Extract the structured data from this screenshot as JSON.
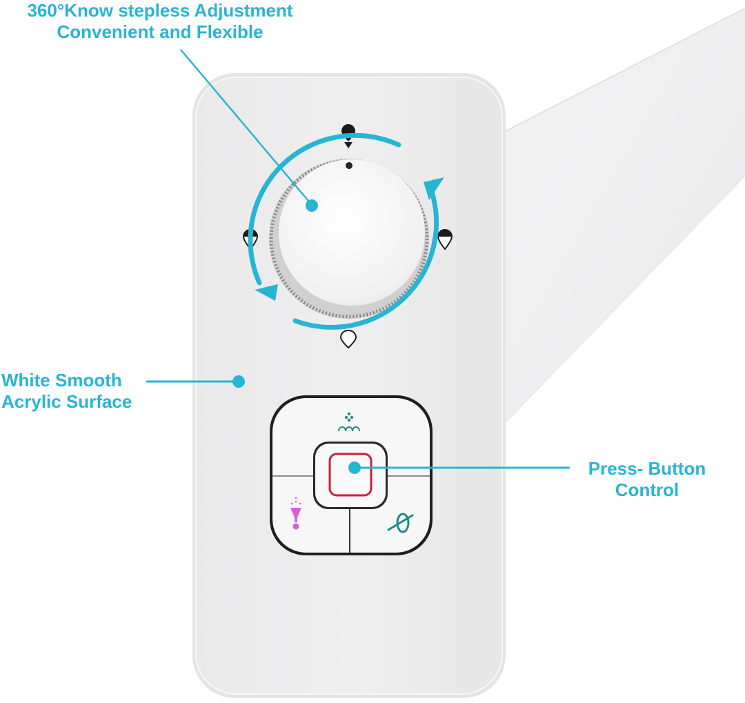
{
  "callouts": {
    "knob": {
      "line1": "360°Know stepless Adjustment",
      "line2": "Convenient and Flexible"
    },
    "surface": {
      "line1": "White Smooth",
      "line2": "Acrylic Surface"
    },
    "buttons": {
      "line1": "Press- Button",
      "line2": "Control"
    }
  },
  "colors": {
    "accent": "#27b5d4",
    "panel": "#eeeeef",
    "center_button_ring": "#c8203f",
    "icon_teal": "#1e8a8a",
    "icon_pink": "#d461d8"
  },
  "icons": {
    "knob_markers": [
      "drop-filled-top",
      "drop-half-left",
      "drop-half-right",
      "drop-outline-bottom"
    ],
    "button_top": "spray-wave-icon",
    "button_left": "funnel-spray-icon",
    "button_right": "nozzle-clean-icon",
    "button_center": "square-stop-icon"
  }
}
